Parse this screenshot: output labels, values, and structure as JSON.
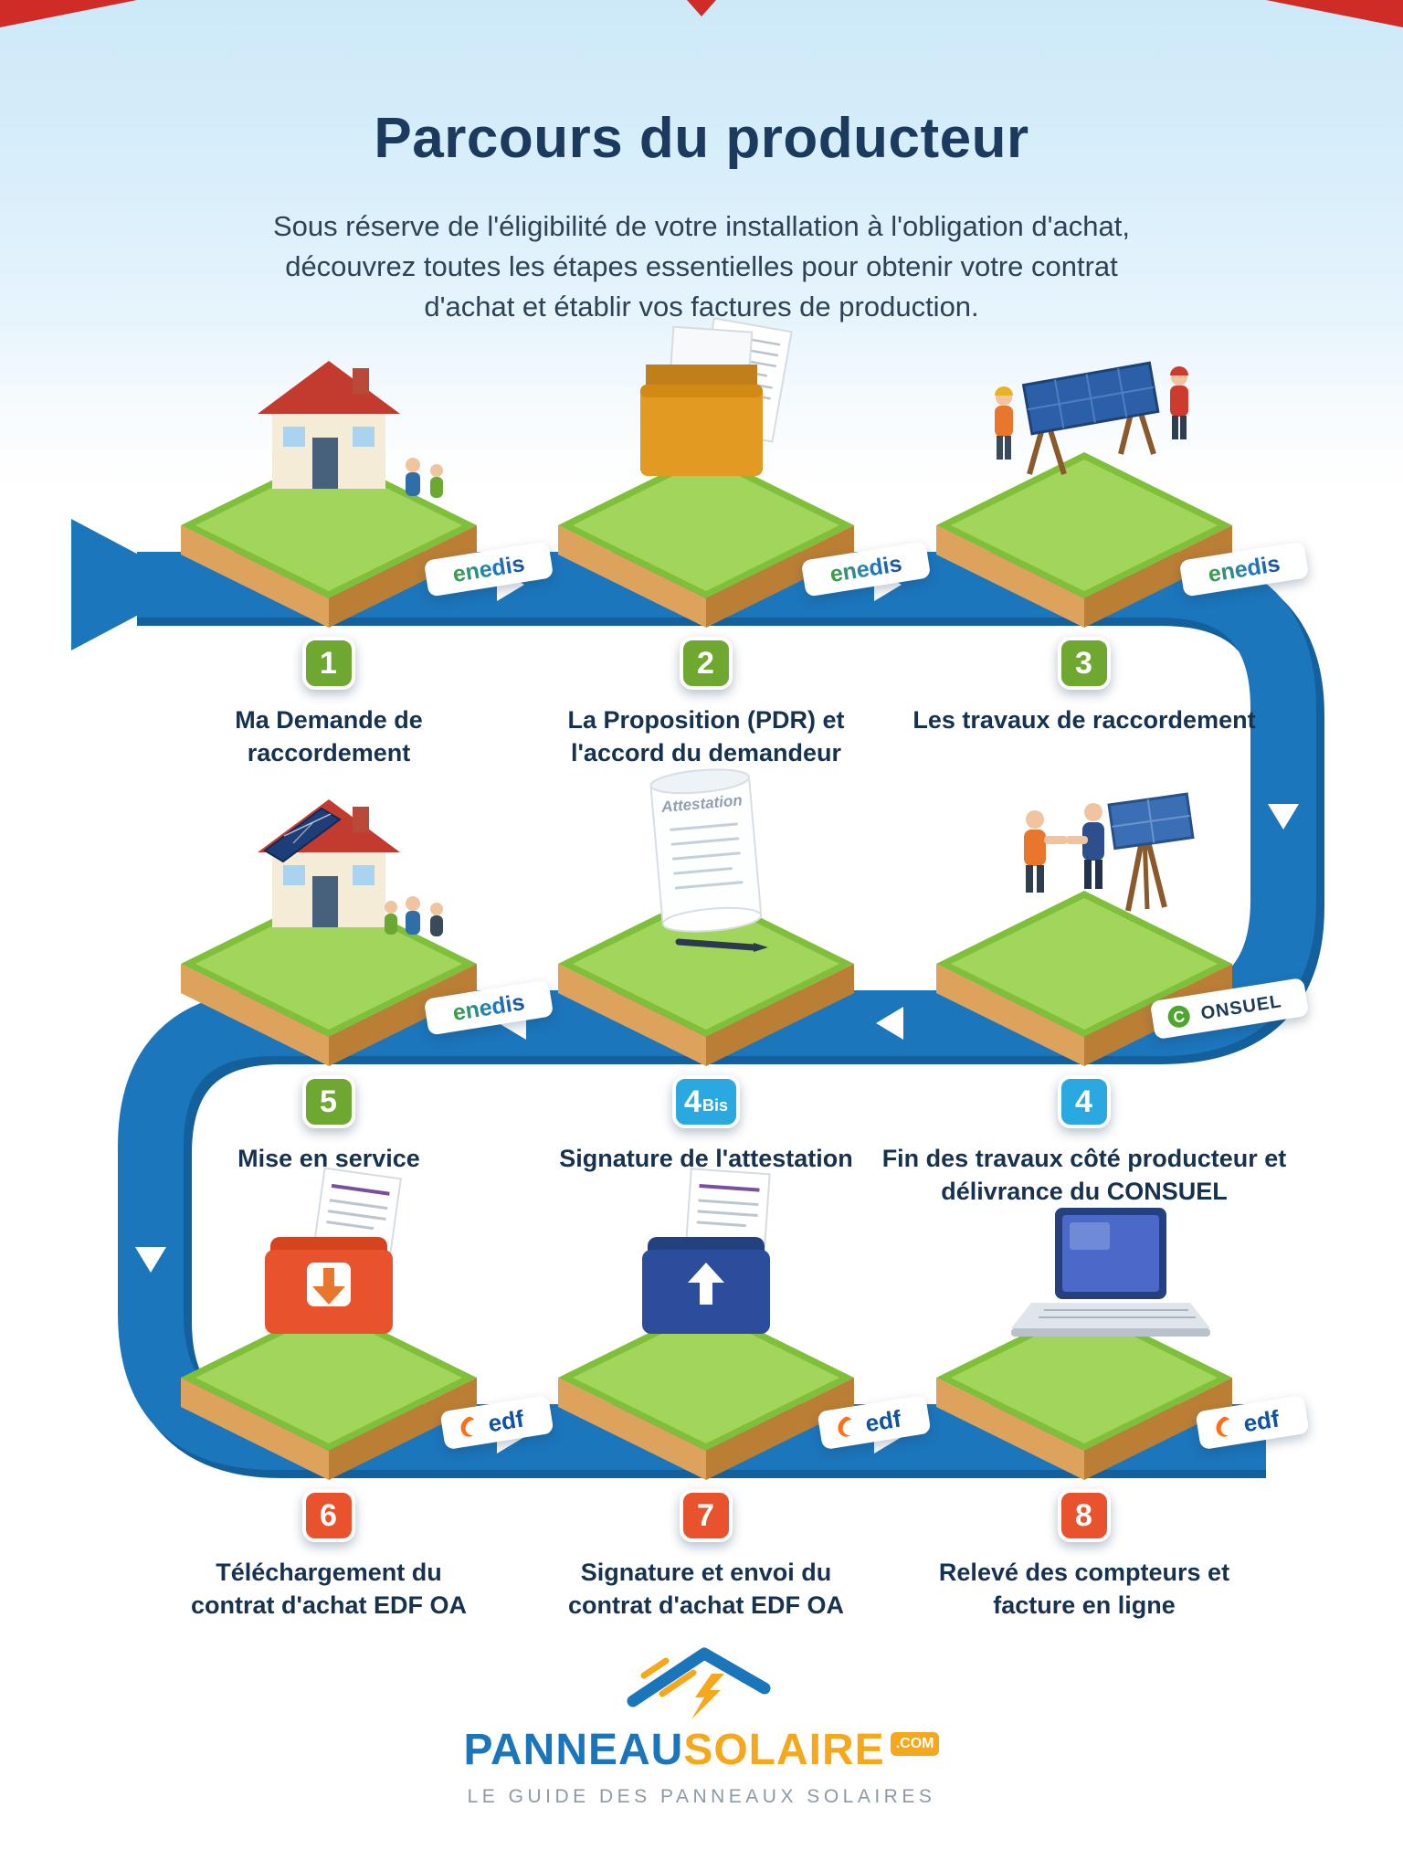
{
  "page": {
    "title": "Parcours du producteur",
    "subtitle": "Sous réserve de l'éligibilité de votre installation à l'obligation d'achat, découvrez toutes les étapes essentielles pour obtenir votre contrat d'achat et établir vos factures de production."
  },
  "colors": {
    "path_blue": "#1c76bc",
    "path_blue_shadow": "#14609c",
    "badge_green": "#6fa830",
    "badge_blue": "#2aa9e0",
    "badge_orange": "#e8532d",
    "title_navy": "#1b3a5e",
    "brand_yellow": "#f5a81c",
    "brand_blue": "#1b75bb"
  },
  "steps": [
    {
      "number": "1",
      "suffix": "",
      "label": "Ma Demande de raccordement",
      "plate_text": "enedis",
      "badge_color": "#6fa830"
    },
    {
      "number": "2",
      "suffix": "",
      "label": "La Proposition (PDR) et l'accord du demandeur",
      "plate_text": "enedis",
      "badge_color": "#6fa830"
    },
    {
      "number": "3",
      "suffix": "",
      "label": "Les travaux de raccordement",
      "plate_text": "enedis",
      "badge_color": "#6fa830"
    },
    {
      "number": "4",
      "suffix": "",
      "label": "Fin des travaux côté producteur et délivrance du CONSUEL",
      "plate_icon_letter": "C",
      "plate_text": "ONSUEL",
      "badge_color": "#2aa9e0"
    },
    {
      "number": "4",
      "suffix": "Bis",
      "label": "Signature de l'attestation",
      "document_label": "Attestation",
      "badge_color": "#2aa9e0"
    },
    {
      "number": "5",
      "suffix": "",
      "label": "Mise en service",
      "plate_text": "enedis",
      "badge_color": "#6fa830"
    },
    {
      "number": "6",
      "suffix": "",
      "label": "Téléchargement du contrat d'achat EDF OA",
      "plate_text": "edf",
      "badge_color": "#e8532d"
    },
    {
      "number": "7",
      "suffix": "",
      "label": "Signature et envoi du contrat d'achat EDF OA",
      "plate_text": "edf",
      "badge_color": "#e8532d"
    },
    {
      "number": "8",
      "suffix": "",
      "label": "Relevé des compteurs et facture en ligne",
      "plate_text": "edf",
      "badge_color": "#e8532d"
    }
  ],
  "footer": {
    "brand_part1": "PANNEAU",
    "brand_part2": "SOLAIRE",
    "brand_suffix": ".COM",
    "tagline": "LE GUIDE DES PANNEAUX SOLAIRES"
  }
}
